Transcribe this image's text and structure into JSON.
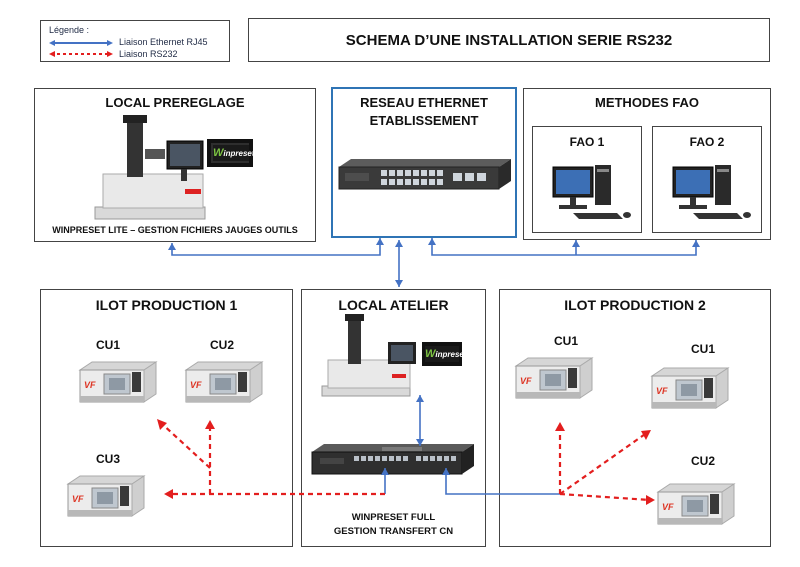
{
  "legend": {
    "title": "Légende :",
    "ethernet": "Liaison Ethernet RJ45",
    "rs232": "Liaison RS232"
  },
  "main_title": "SCHEMA D’UNE INSTALLATION SERIE RS232",
  "local_prereglage": {
    "title": "LOCAL PREREGLAGE",
    "caption": "WINPRESET LITE – GESTION FICHIERS JAUGES OUTILS",
    "logo": "inpreset"
  },
  "reseau": {
    "title_line1": "RESEAU ETHERNET",
    "title_line2": "ETABLISSEMENT"
  },
  "methodes": {
    "title": "METHODES FAO",
    "fao1": "FAO 1",
    "fao2": "FAO 2"
  },
  "ilot1": {
    "title": "ILOT PRODUCTION 1",
    "cu1": "CU1",
    "cu2": "CU2",
    "cu3": "CU3"
  },
  "atelier": {
    "title": "LOCAL ATELIER",
    "caption_line1": "WINPRESET FULL",
    "caption_line2": "GESTION TRANSFERT CN",
    "logo": "inpreset"
  },
  "ilot2": {
    "title": "ILOT PRODUCTION 2",
    "cu1a": "CU1",
    "cu1b": "CU1",
    "cu2": "CU2"
  },
  "colors": {
    "ethernet": "#4472c4",
    "rs232": "#e31e1e",
    "reseau_border": "#2f74b5"
  },
  "machine_badge": "VF"
}
